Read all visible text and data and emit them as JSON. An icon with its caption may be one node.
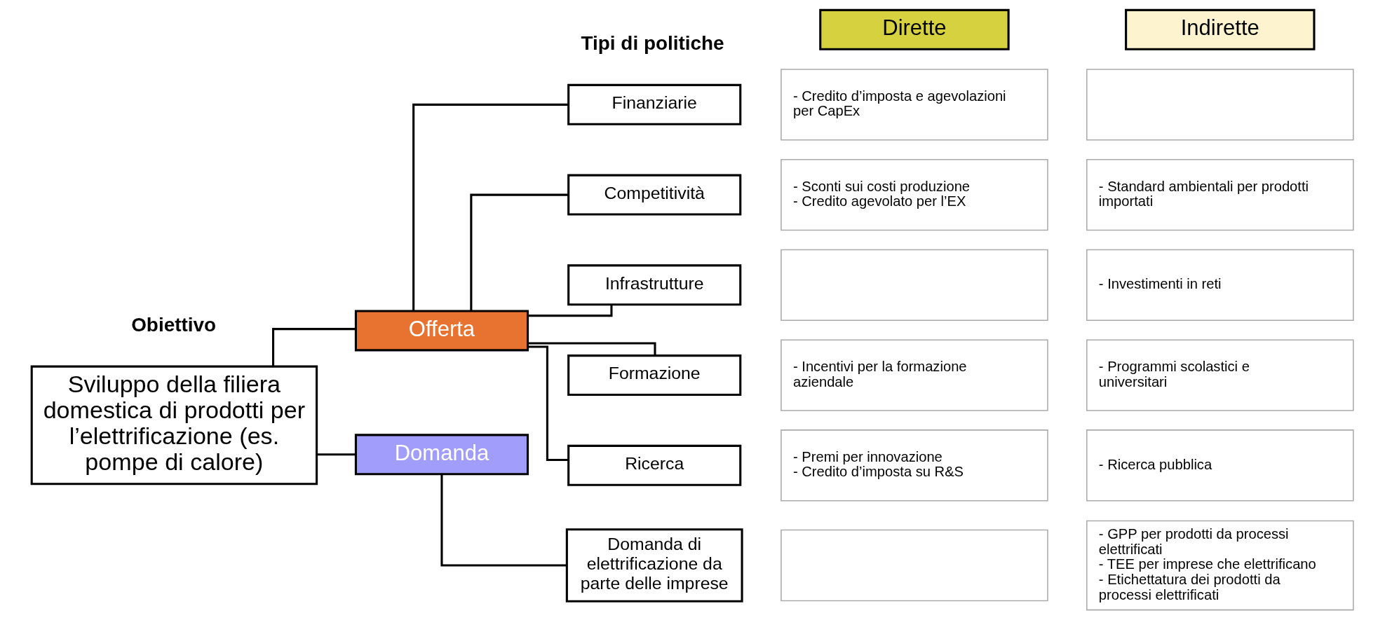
{
  "diagram": {
    "nodes": [
      {
        "text": [
          "Sviluppo della filiera domestica di prodotti per l’elettrificazione (es. pompe di calore)"
        ]
      },
      {
        "text": [
          "Offerta"
        ]
      },
      {
        "text": [
          "Domanda"
        ]
      },
      {
        "text": [
          "Finanziarie"
        ]
      },
      {
        "text": [
          "Competitività"
        ]
      },
      {
        "text": [
          "Infrastrutture"
        ]
      },
      {
        "text": [
          "Formazione"
        ]
      },
      {
        "text": [
          "Ricerca"
        ]
      },
      {
        "text": [
          "Domanda di elettrificazione da parte delle imprese"
        ]
      },
      {
        "text": [
          "Dirette"
        ]
      },
      {
        "text": [
          "Indirette"
        ]
      },
      {
        "text": [
          "- Credito d’imposta e agevolazioni per CapEx"
        ]
      },
      {
        "text": [],
        "shape": "box"
      },
      {
        "text": [
          "- Sconti sui costi produzione",
          "- Credito agevolato per l’EX"
        ]
      },
      {
        "text": [
          "- Standard ambientali per prodotti importati"
        ]
      },
      {
        "text": [],
        "shape": "box"
      },
      {
        "text": [
          "- Investimenti in reti"
        ]
      },
      {
        "text": [
          "- Incentivi per la formazione aziendale"
        ]
      },
      {
        "text": [
          "- Programmi scolastici e universitari"
        ]
      },
      {
        "text": [
          "- Premi per innovazione",
          "- Credito d’imposta su R&S"
        ]
      },
      {
        "text": [
          "- Ricerca pubblica"
        ]
      },
      {
        "text": [],
        "shape": "box"
      },
      {
        "text": [
          "- GPP per prodotti da processi elettrificati",
          "- TEE per imprese che elettrificano",
          "- Etichettatura dei prodotti da processi elettrificati"
        ]
      }
    ],
    "edges": [
      {
        "from": 0,
        "to": 1,
        "arrow": "none"
      },
      {
        "from": 0,
        "to": 2,
        "arrow": "none"
      },
      {
        "from": 1,
        "to": 3,
        "arrow": "none"
      },
      {
        "from": 1,
        "to": 4,
        "arrow": "none"
      },
      {
        "from": 1,
        "to": 5,
        "arrow": "none"
      },
      {
        "from": 1,
        "to": 6,
        "arrow": "none"
      },
      {
        "from": 1,
        "to": 7,
        "arrow": "none"
      },
      {
        "from": 2,
        "to": 8,
        "arrow": "none"
      }
    ],
    "labels": [
      "Obiettivo",
      "Tipi di politiche"
    ]
  }
}
